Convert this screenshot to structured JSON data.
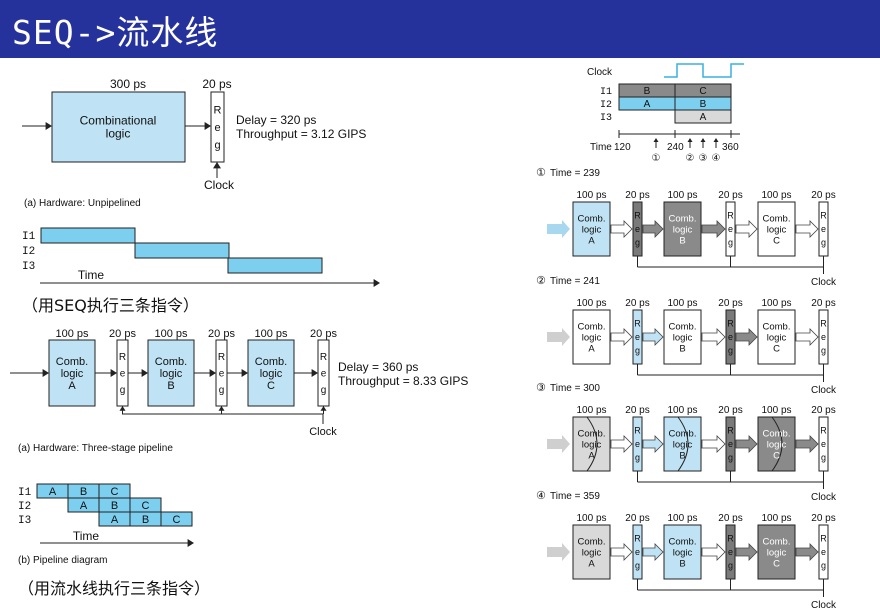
{
  "title": "SEQ->流水线",
  "colors": {
    "title_bg": "#26329c",
    "comb_light": "#bfe3f4",
    "comb_dark": "#8a8a8a",
    "comb_gray": "#d9d9d9",
    "reg_light": "#bfe3f4",
    "reg_dark": "#7a7a7a",
    "bar_blue": "#7dcff0"
  },
  "unpiped": {
    "comb_ps": "300 ps",
    "reg_ps": "20 ps",
    "comb_label": "Combinational\nlogic",
    "reg_letters": [
      "R",
      "e",
      "g"
    ],
    "delay": "Delay = 320 ps",
    "throughput": "Throughput = 3.12 GIPS",
    "clock": "Clock",
    "caption": "(a) Hardware: Unpipelined"
  },
  "unpiped_timing": {
    "rows": [
      "I1",
      "I2",
      "I3"
    ],
    "time_label": "Time"
  },
  "caption_seq": "（用SEQ执行三条指令）",
  "pipe3": {
    "stages": [
      {
        "ps": "100 ps",
        "label": "Comb.\nlogic\nA"
      },
      {
        "ps": "100 ps",
        "label": "Comb.\nlogic\nB"
      },
      {
        "ps": "100 ps",
        "label": "Comb.\nlogic\nC"
      }
    ],
    "reg_ps": "20 ps",
    "reg_letters": [
      "R",
      "e",
      "g"
    ],
    "delay": "Delay = 360 ps",
    "throughput": "Throughput = 8.33 GIPS",
    "clock": "Clock",
    "caption": "(a) Hardware: Three-stage pipeline"
  },
  "pipe_diagram": {
    "rows": [
      {
        "name": "I1",
        "cells": [
          "A",
          "B",
          "C"
        ]
      },
      {
        "name": "I2",
        "cells": [
          "A",
          "B",
          "C"
        ]
      },
      {
        "name": "I3",
        "cells": [
          "A",
          "B",
          "C"
        ]
      }
    ],
    "time_label": "Time",
    "caption": "(b) Pipeline diagram"
  },
  "caption_pipe": "（用流水线执行三条指令）",
  "clock_timing": {
    "clock_label": "Clock",
    "rows": [
      {
        "name": "I1",
        "cells": [
          "B",
          "C"
        ]
      },
      {
        "name": "I2",
        "cells": [
          "A",
          "B"
        ]
      },
      {
        "name": "I3",
        "cells": [
          "A"
        ]
      }
    ],
    "time_label": "Time",
    "t120": "120",
    "t240": "240",
    "t360": "360",
    "markers": [
      "①",
      "②",
      "③",
      "④"
    ]
  },
  "snapshots": [
    {
      "marker": "①",
      "time": "Time = 239"
    },
    {
      "marker": "②",
      "time": "Time = 241"
    },
    {
      "marker": "③",
      "time": "Time = 300"
    },
    {
      "marker": "④",
      "time": "Time = 359"
    }
  ],
  "snap_common": {
    "comb_ps": "100 ps",
    "reg_ps": "20 ps",
    "labels": [
      "Comb.\nlogic\nA",
      "Comb.\nlogic\nB",
      "Comb.\nlogic\nC"
    ],
    "reg_letters": [
      "R",
      "e",
      "g"
    ],
    "clock": "Clock"
  }
}
